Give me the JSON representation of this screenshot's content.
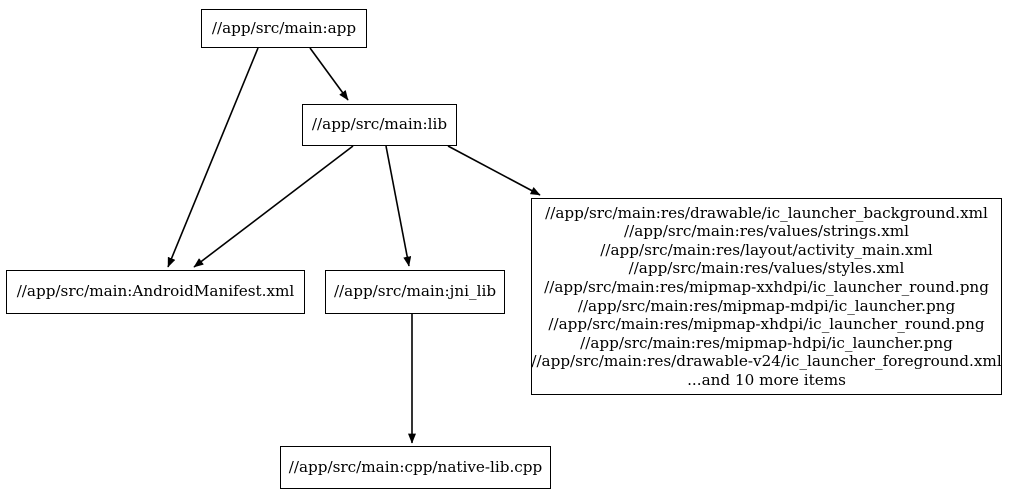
{
  "diagram": {
    "type": "directed-graph",
    "title": "Bazel/Gradle target dependency graph",
    "background_color": "#ffffff",
    "node_border_color": "#000000",
    "edge_color": "#000000",
    "nodes": [
      {
        "id": "app",
        "label": "//app/src/main:app"
      },
      {
        "id": "lib",
        "label": "//app/src/main:lib"
      },
      {
        "id": "manifest",
        "label": "//app/src/main:AndroidManifest.xml"
      },
      {
        "id": "jni_lib",
        "label": "//app/src/main:jni_lib"
      },
      {
        "id": "native_lib",
        "label": "//app/src/main:cpp/native-lib.cpp"
      },
      {
        "id": "res",
        "label": "//app/src/main:res/drawable/ic_launcher_background.xml\n//app/src/main:res/values/strings.xml\n//app/src/main:res/layout/activity_main.xml\n//app/src/main:res/values/styles.xml\n//app/src/main:res/mipmap-xxhdpi/ic_launcher_round.png\n//app/src/main:res/mipmap-mdpi/ic_launcher.png\n//app/src/main:res/mipmap-xhdpi/ic_launcher_round.png\n//app/src/main:res/mipmap-hdpi/ic_launcher.png\n//app/src/main:res/drawable-v24/ic_launcher_foreground.xml\n...and 10 more items",
        "lines": [
          "//app/src/main:res/drawable/ic_launcher_background.xml",
          "//app/src/main:res/values/strings.xml",
          "//app/src/main:res/layout/activity_main.xml",
          "//app/src/main:res/values/styles.xml",
          "//app/src/main:res/mipmap-xxhdpi/ic_launcher_round.png",
          "//app/src/main:res/mipmap-mdpi/ic_launcher.png",
          "//app/src/main:res/mipmap-xhdpi/ic_launcher_round.png",
          "//app/src/main:res/mipmap-hdpi/ic_launcher.png",
          "//app/src/main:res/drawable-v24/ic_launcher_foreground.xml",
          "...and 10 more items"
        ],
        "overflow_note": "...and 10 more items"
      }
    ],
    "edges": [
      {
        "from": "app",
        "to": "manifest"
      },
      {
        "from": "app",
        "to": "lib"
      },
      {
        "from": "lib",
        "to": "manifest"
      },
      {
        "from": "lib",
        "to": "jni_lib"
      },
      {
        "from": "lib",
        "to": "res"
      },
      {
        "from": "jni_lib",
        "to": "native_lib"
      }
    ]
  }
}
